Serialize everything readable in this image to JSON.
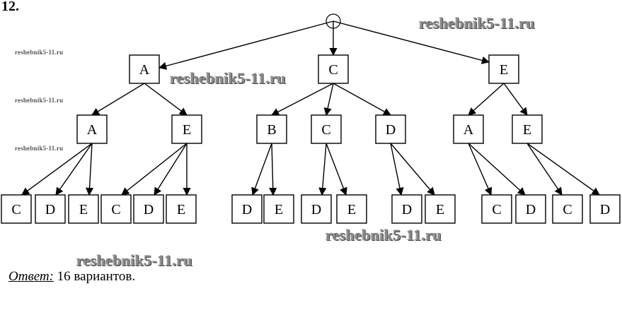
{
  "problem_number": "12.",
  "watermarks": {
    "small": [
      "reshebnik5-11.ru",
      "reshebnik5-11.ru",
      "reshebnik5-11.ru"
    ],
    "large": [
      "reshebnik5-11.ru",
      "reshebnik5-11.ru",
      "reshebnik5-11.ru",
      "reshebnik5-11.ru"
    ]
  },
  "tree": {
    "root": "",
    "levels": [
      [
        "A",
        "C",
        "E"
      ],
      [
        "A",
        "E",
        "B",
        "C",
        "D",
        "A",
        "E"
      ],
      [
        "C",
        "D",
        "E",
        "C",
        "D",
        "E",
        "D",
        "E",
        "D",
        "E",
        "D",
        "E",
        "C",
        "D",
        "C",
        "D"
      ]
    ],
    "edges": [
      [
        0,
        0
      ],
      [
        0,
        1
      ],
      [
        0,
        2
      ]
    ]
  },
  "answer": {
    "label": "Ответ:",
    "text": " 16 вариантов."
  }
}
